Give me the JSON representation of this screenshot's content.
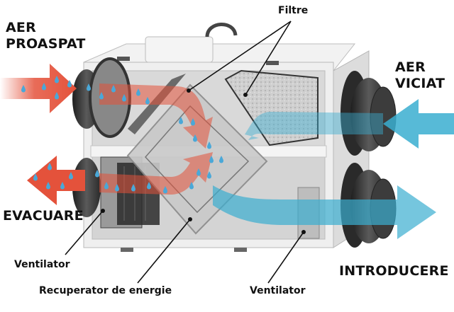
{
  "diagram": {
    "subject": "Heat recovery ventilation unit (cutaway)",
    "colors": {
      "warm_air": "#e4523b",
      "cool_air": "#3aaed0",
      "droplet": "#4aa8d8",
      "casing": "#e9eaea",
      "duct": "#3a3a3a",
      "filter": "#c8c8c8",
      "text": "#111111"
    }
  },
  "labels": {
    "fresh_air": {
      "line1": "AER",
      "line2": "PROASPAT"
    },
    "stale_air": {
      "line1": "AER",
      "line2": "VICIAT"
    },
    "exhaust": "EVACUARE",
    "supply": "INTRODUCERE",
    "filters": "Filtre",
    "fan_left": "Ventilator",
    "fan_right": "Ventilator",
    "energy_recovery_core": "Recuperator de energie"
  },
  "flows": [
    {
      "name": "fresh-air-in",
      "direction": "right",
      "color": "warm",
      "side": "left-top"
    },
    {
      "name": "exhaust-out",
      "direction": "left",
      "color": "warm",
      "side": "left-bottom"
    },
    {
      "name": "stale-air-in",
      "direction": "left",
      "color": "cool",
      "side": "right-top"
    },
    {
      "name": "supply-out",
      "direction": "right",
      "color": "cool",
      "side": "right-bottom"
    }
  ]
}
